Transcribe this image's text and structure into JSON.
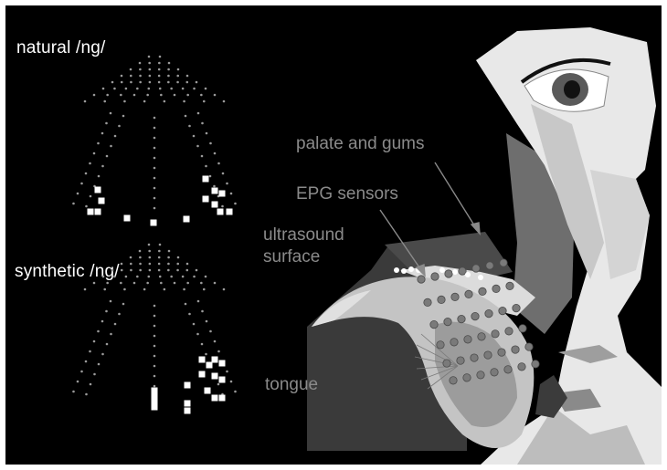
{
  "labels": {
    "natural": "natural /ng/",
    "synthetic": "synthetic /ng/",
    "palate": "palate and gums",
    "epg": "EPG sensors",
    "ultrasound_line1": "ultrasound",
    "ultrasound_line2": "surface",
    "tongue": "tongue"
  },
  "icons": {
    "head": "3d-head-model",
    "eye": "eye-icon"
  },
  "colors": {
    "background": "#000000",
    "sensor_off": "#9a9a9a",
    "sensor_on": "#ffffff",
    "annotation": "#8a8a8a",
    "face": "#e6e6e6",
    "tongue": "#b8b8b8"
  }
}
